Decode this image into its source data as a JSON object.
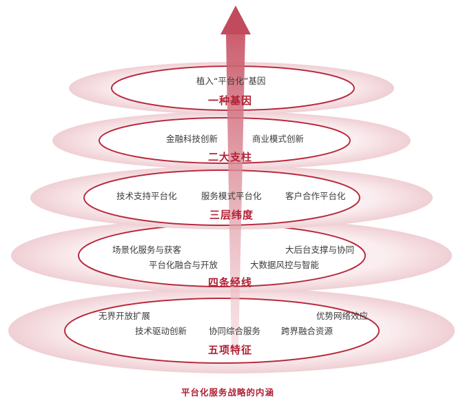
{
  "title": "平台化服务战略的内涵",
  "tiers": [
    {
      "name": "一种基因",
      "items": [
        "植入“平台化”基因"
      ]
    },
    {
      "name": "二大支柱",
      "items": [
        "金融科技创新",
        "商业模式创新"
      ]
    },
    {
      "name": "三层纬度",
      "items": [
        "技术支持平台化",
        "服务模式平台化",
        "客户合作平台化"
      ]
    },
    {
      "name": "四条经线",
      "items": [
        "场景化服务与获客",
        "大后台支撑与协同",
        "平台化融合与开放",
        "大数据风控与智能"
      ]
    },
    {
      "name": "五项特征",
      "items": [
        "无界开放扩展",
        "优势网络效应",
        "技术驱动创新",
        "协同综合服务",
        "跨界融合资源"
      ]
    }
  ],
  "colors": {
    "accent": "#b01f33",
    "ring": "#c94a5a",
    "ring_fill": "#f6e3e5",
    "arrow": "#d88a94"
  }
}
